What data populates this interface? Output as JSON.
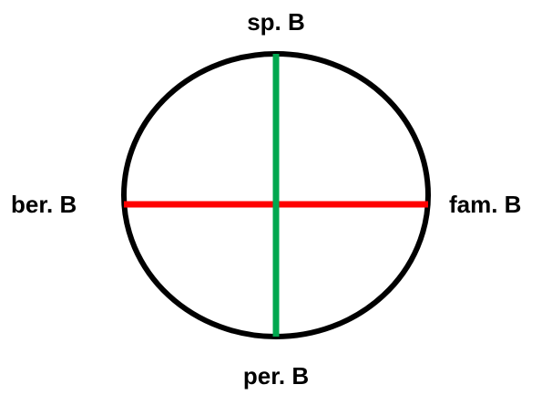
{
  "labels": {
    "top": "sp. B",
    "bottom": "per. B",
    "left": "ber. B",
    "right": "fam. B"
  },
  "colors": {
    "circle": "#000000",
    "horizontal_axis": "#ff0000",
    "vertical_axis": "#00a84f"
  }
}
